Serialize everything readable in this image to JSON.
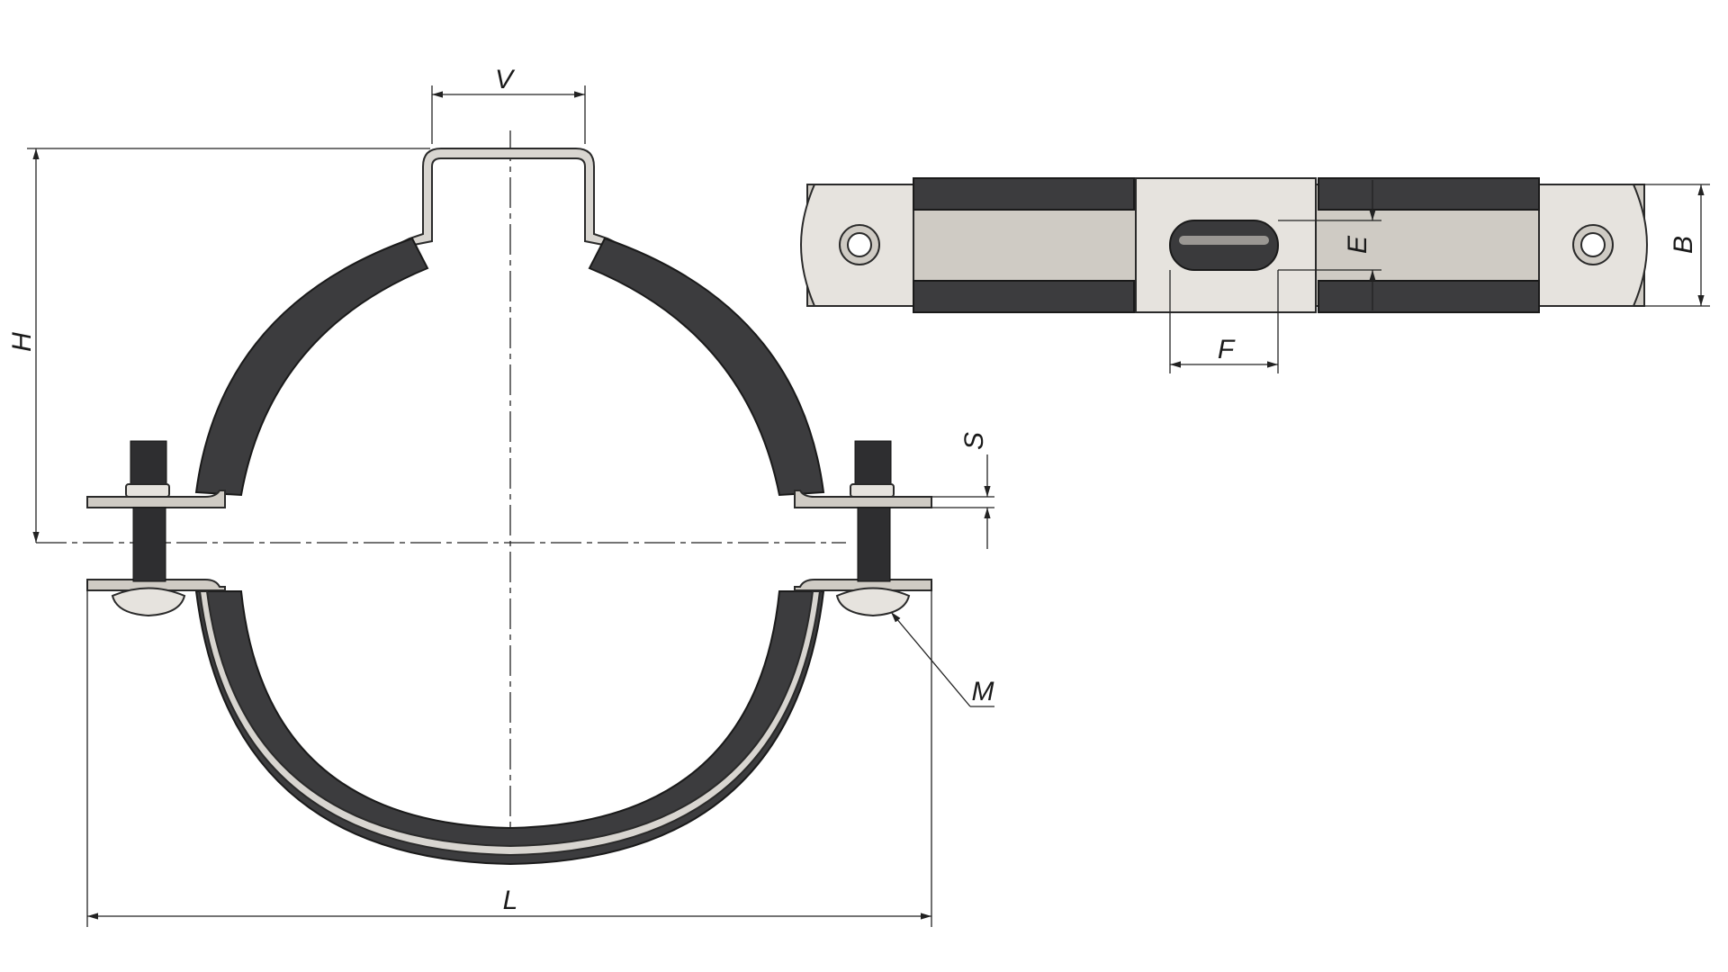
{
  "drawing": {
    "front_view": {
      "dimension_labels": {
        "v": "V",
        "h": "H",
        "l": "L",
        "s": "S",
        "m": "M"
      }
    },
    "side_view": {
      "dimension_labels": {
        "e": "E",
        "b": "B",
        "f": "F"
      }
    }
  }
}
